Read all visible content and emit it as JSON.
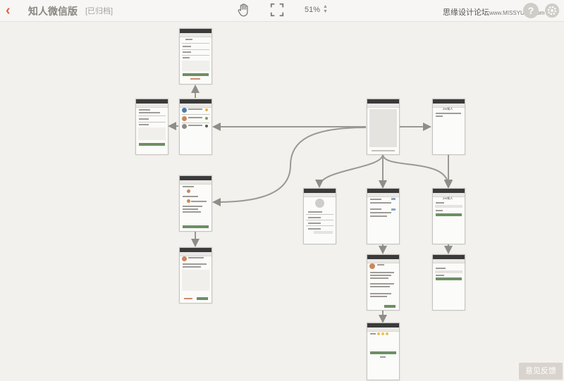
{
  "app": {
    "title": "知人微信版",
    "status": "[已归档]"
  },
  "toolbar": {
    "zoom_level": "51%",
    "watermark_cn": "思缘设计论坛",
    "watermark_en": "www.MISSYUAN.com",
    "help_label": "?"
  },
  "screen_texts": {
    "zhiren": "ZHI知人"
  },
  "footer": {
    "feedback_label": "意见反馈"
  },
  "colors": {
    "accent": "#d9653b",
    "button_green": "#6d8f64",
    "canvas_bg": "#f3f1ee",
    "arrow": "#8f8d89"
  }
}
